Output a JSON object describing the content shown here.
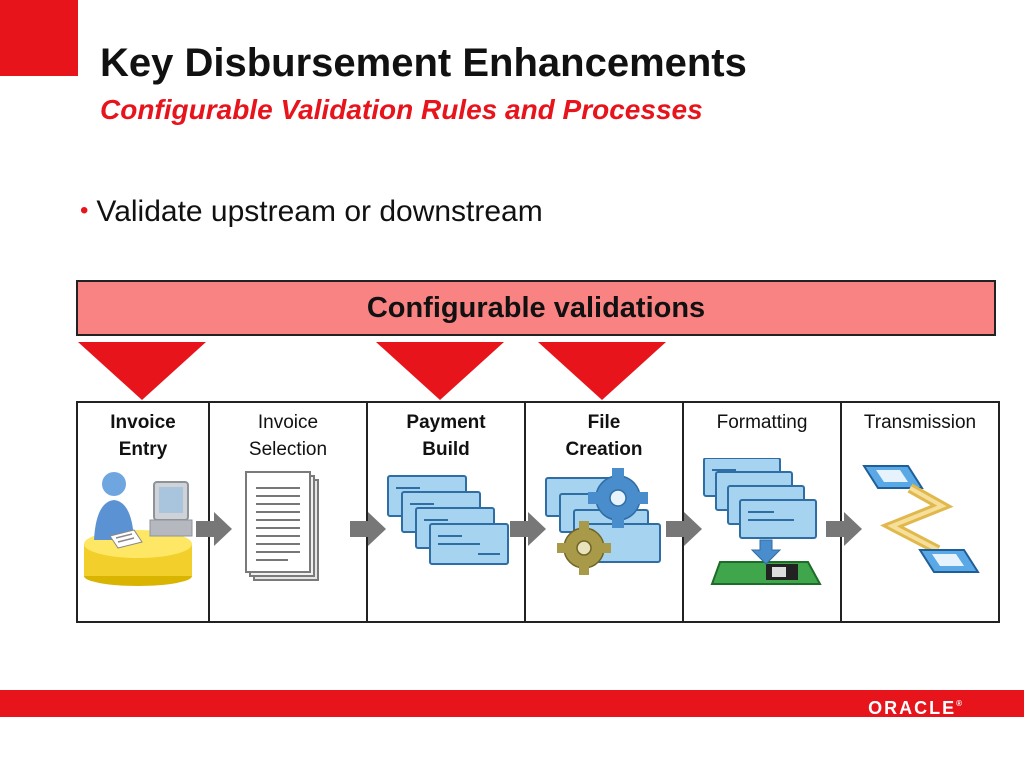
{
  "slide": {
    "title": "Key Disbursement Enhancements",
    "subtitle": "Configurable Validation Rules and Processes",
    "bullet": "Validate upstream or downstream",
    "validations_label": "Configurable validations"
  },
  "process": {
    "stages": [
      {
        "label": "Invoice\nEntry",
        "bold": true,
        "icon": "desk-user-icon"
      },
      {
        "label": "Invoice\nSelection",
        "bold": false,
        "icon": "document-stack-icon"
      },
      {
        "label": "Payment\nBuild",
        "bold": true,
        "icon": "check-stack-icon"
      },
      {
        "label": "File\nCreation",
        "bold": true,
        "icon": "gears-icon"
      },
      {
        "label": "Formatting",
        "bold": false,
        "icon": "checks-disk-icon"
      },
      {
        "label": "Transmission",
        "bold": false,
        "icon": "network-icon"
      }
    ]
  },
  "footer": {
    "logo": "ORACLE",
    "logo_mark": "®"
  },
  "colors": {
    "accent": "#e8141c",
    "validation_fill": "#f98383",
    "arrow_gray": "#777777",
    "check_blue": "#a6d3ef"
  }
}
